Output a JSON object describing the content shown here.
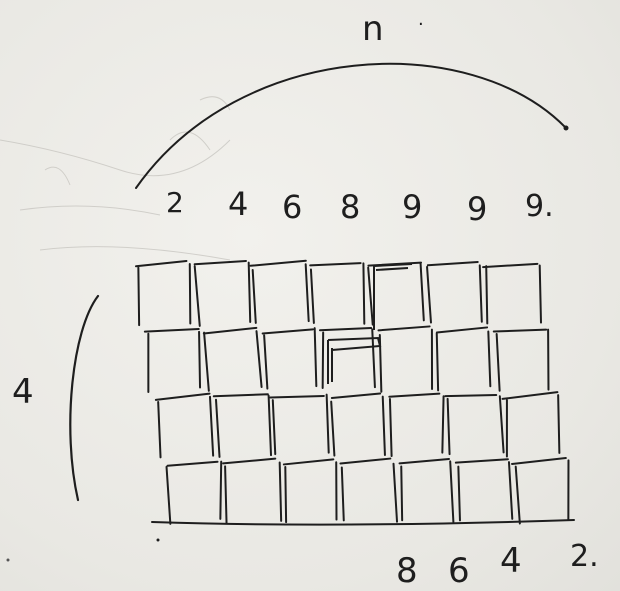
{
  "top_label": "n",
  "top_label_dot": ".",
  "side_label": "4",
  "top_row_numbers": [
    "2",
    "4",
    "6",
    "8",
    "9",
    "9",
    "9."
  ],
  "bottom_row_numbers": [
    "8",
    "6",
    "4",
    "2."
  ],
  "grid": {
    "rows": 4,
    "columns": 7
  },
  "colors": {
    "ink": "#1e1e1e",
    "paper": "#eceae6"
  }
}
